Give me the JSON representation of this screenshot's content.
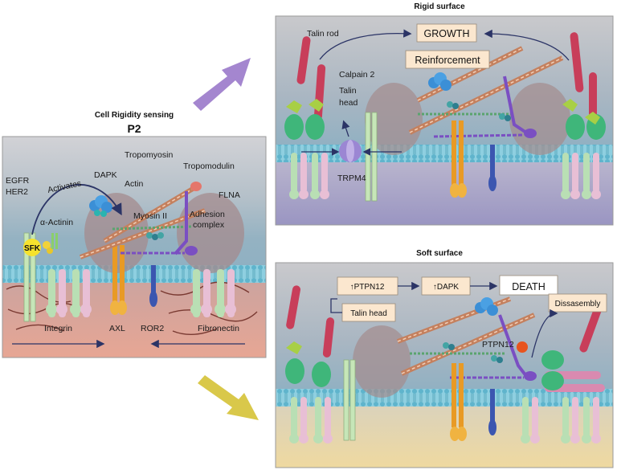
{
  "left_panel": {
    "title": "Cell Rigidity sensing",
    "subtitle": "P2",
    "labels": {
      "egfr": "EGFR",
      "her2": "HER2",
      "activates": "Activates",
      "dapk": "DAPK",
      "tropomyosin": "Tropomyosin",
      "tropomodulin": "Tropomodulin",
      "actin": "Actin",
      "flna": "FLNA",
      "alpha_actinin": "α-Actinin",
      "sfk": "SFK",
      "myosin": "Myosin II",
      "adhesion": "Adhesion",
      "complex": "complex",
      "integrin": "Integrin",
      "axl": "AXL",
      "ror2": "ROR2",
      "fibronectin": "Fibronectin"
    }
  },
  "rigid_panel": {
    "title": "Rigid surface",
    "labels": {
      "talin_rod": "Talin rod",
      "calpain": "Calpain 2",
      "talin_head_1": "Talin",
      "talin_head_2": "head",
      "trpm4": "TRPM4"
    },
    "boxes": {
      "growth": "GROWTH",
      "reinforcement": "Reinforcement"
    }
  },
  "soft_panel": {
    "title": "Soft surface",
    "labels": {
      "ptpn12_side": "PTPN12"
    },
    "boxes": {
      "ptpn12": "↑PTPN12",
      "dapk": "↑DAPK",
      "death": "DEATH",
      "talin_head": "Talin head",
      "disassembly": "Dissasembly"
    }
  },
  "colors": {
    "cytoplasm_top": "#cfcfd3",
    "cytoplasm_mid": "#a8b9c6",
    "membrane": "#7fc6d8",
    "ecm_left": "#d4a39a",
    "ecm_soft": "#e8d7a6",
    "actin": "#c4805e",
    "myosin": "#4d9f8f",
    "flna": "#7a4fc2",
    "talin_rod": "#c83e5a",
    "integrin_green": "#a9d9a6",
    "integrin_pink": "#e6b5cf",
    "axl": "#e89a25",
    "arrow_purple": "#a486cf",
    "arrow_yellow": "#d9c84a",
    "box_fill": "#fbe7cf"
  }
}
